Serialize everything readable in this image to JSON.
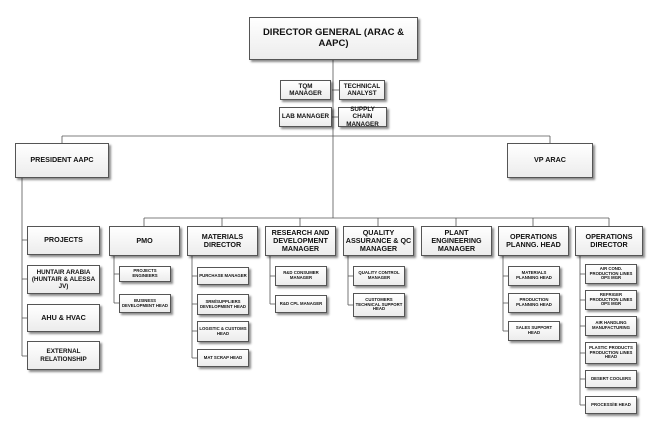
{
  "top": {
    "director_general": "DIRECTOR GENERAL (ARAC & AAPC)"
  },
  "advisors": {
    "tqm": "TQM MANAGER",
    "technical": "TECHNICAL ANALYST",
    "lab": "LAB MANAGER",
    "supply": "SUPPLY CHAIN MANAGER"
  },
  "presidents": {
    "aapc": "PRESIDENT AAPC",
    "arac": "VP ARAC"
  },
  "aapc_units": {
    "projects": "PROJECTS",
    "huntair": "HUNTAIR ARABIA (HUNTAIR & ALESSA JV)",
    "ahu": "AHU & HVAC",
    "external": "EXTERNAL RELATIONSHIP"
  },
  "departments": [
    {
      "title": "PMO",
      "subs": [
        "PROJECTS ENGINEERS",
        "BUSINESS DEVELOPMENT HEAD"
      ]
    },
    {
      "title": "MATERIALS DIRECTOR",
      "subs": [
        "PURCHASE MANAGER",
        "SRM/SUPPLIERS DEVELOPMENT HEAD",
        "LOGISTIC & CUSTOMS HEAD",
        "MAT SCRAP HEAD"
      ]
    },
    {
      "title": "RESEARCH AND DEVELOPMENT MANAGER",
      "subs": [
        "R&D CONSUMER MANAGER",
        "R&D CPL MANAGER"
      ]
    },
    {
      "title": "QUALITY ASSURANCE & QC MANAGER",
      "subs": [
        "QUALITY CONTROL MANAGER",
        "CUSTOMERS TECHNICAL SUPPORT HEAD"
      ]
    },
    {
      "title": "PLANT ENGINEERING MANAGER",
      "subs": []
    },
    {
      "title": "OPERATIONS PLANNG. HEAD",
      "subs": [
        "MATERIALS PLANNING HEAD",
        "PRODUCTION PLANNING HEAD",
        "SALES SUPPORT HEAD"
      ]
    },
    {
      "title": "OPERATIONS DIRECTOR",
      "subs": [
        "AIR COND. PRODUCTION LINES OPS MGR",
        "REFRIGER PRODUCTION LINES OPS MGR",
        "AIR HANDLING MANUFACTURING",
        "PLASTIC PRODUCTS PRODUCTION LINES HEAD",
        "DESERT COOLERS",
        "PROCESS/IE HEAD"
      ]
    }
  ]
}
